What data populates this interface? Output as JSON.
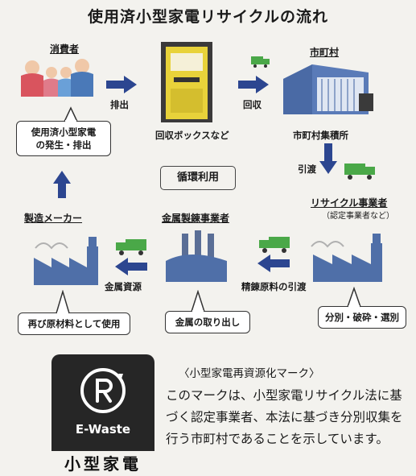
{
  "title": "使用済小型家電リサイクルの流れ",
  "nodes": {
    "consumer": {
      "label": "消費者",
      "box": "使用済小型家電\nの発生・排出"
    },
    "collection_box": {
      "caption": "回収ボックスなど"
    },
    "municipality": {
      "label": "市町村",
      "caption": "市町村集積所"
    },
    "recycler": {
      "label": "リサイクル事業者",
      "sub": "（認定事業者など）",
      "box": "分別・破砕・選別"
    },
    "refiner": {
      "label": "金属製錬事業者",
      "box": "金属の取り出し"
    },
    "maker": {
      "label": "製造メーカー",
      "box": "再び原材料として使用"
    }
  },
  "flows": {
    "discharge": "排出",
    "collect": "回収",
    "handover": "引渡",
    "refine_handover": "精錬原料の引渡",
    "metal_resource": "金属資源"
  },
  "center": "循環利用",
  "mark": {
    "heading": "〈小型家電再資源化マーク〉",
    "logo_text": "E-Waste",
    "logo_caption": "小型家電",
    "description": "このマークは、小型家電リサイクル法に基づく認定事業者、本法に基づき分別収集を行う市町村であることを示しています。"
  },
  "colors": {
    "arrow": "#2c4690",
    "truck": "#4aa848",
    "building": "#4f6fa8",
    "mark_bg": "#262626"
  }
}
